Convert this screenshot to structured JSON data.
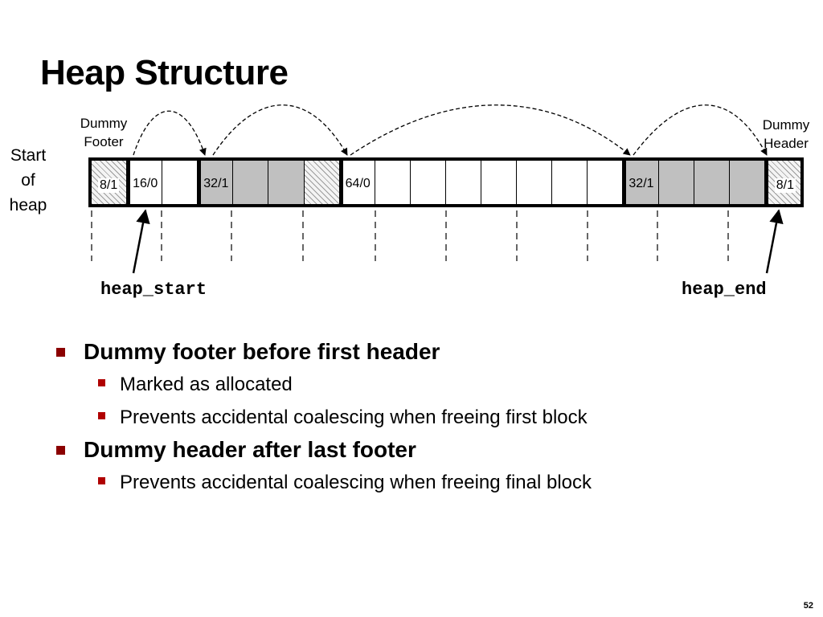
{
  "title": "Heap Structure",
  "labels": {
    "dummy_footer_line1": "Dummy",
    "dummy_footer_line2": "Footer",
    "dummy_header_line1": "Dummy",
    "dummy_header_line2": "Header",
    "start_line1": "Start",
    "start_line2": "of",
    "start_line3": "heap",
    "heap_start": "heap_start",
    "heap_end": "heap_end"
  },
  "heap_blocks": [
    {
      "label": "8/1",
      "words": 1,
      "type": "dummy-footer"
    },
    {
      "label": "16/0",
      "words": 2,
      "type": "free"
    },
    {
      "label": "32/1",
      "words": 4,
      "type": "allocated"
    },
    {
      "label": "64/0",
      "words": 8,
      "type": "free"
    },
    {
      "label": "32/1",
      "words": 4,
      "type": "allocated"
    },
    {
      "label": "8/1",
      "words": 1,
      "type": "dummy-header"
    }
  ],
  "bullets": [
    {
      "text": "Dummy footer before first header",
      "sub": [
        "Marked as allocated",
        "Prevents accidental coalescing when freeing first block"
      ]
    },
    {
      "text": "Dummy header after last footer",
      "sub": [
        "Prevents accidental coalescing when freeing final block"
      ]
    }
  ],
  "page_number": "52",
  "colors": {
    "allocated": "#c0c0c0",
    "bullet_l1": "#8b0000",
    "bullet_l2": "#b00000"
  }
}
